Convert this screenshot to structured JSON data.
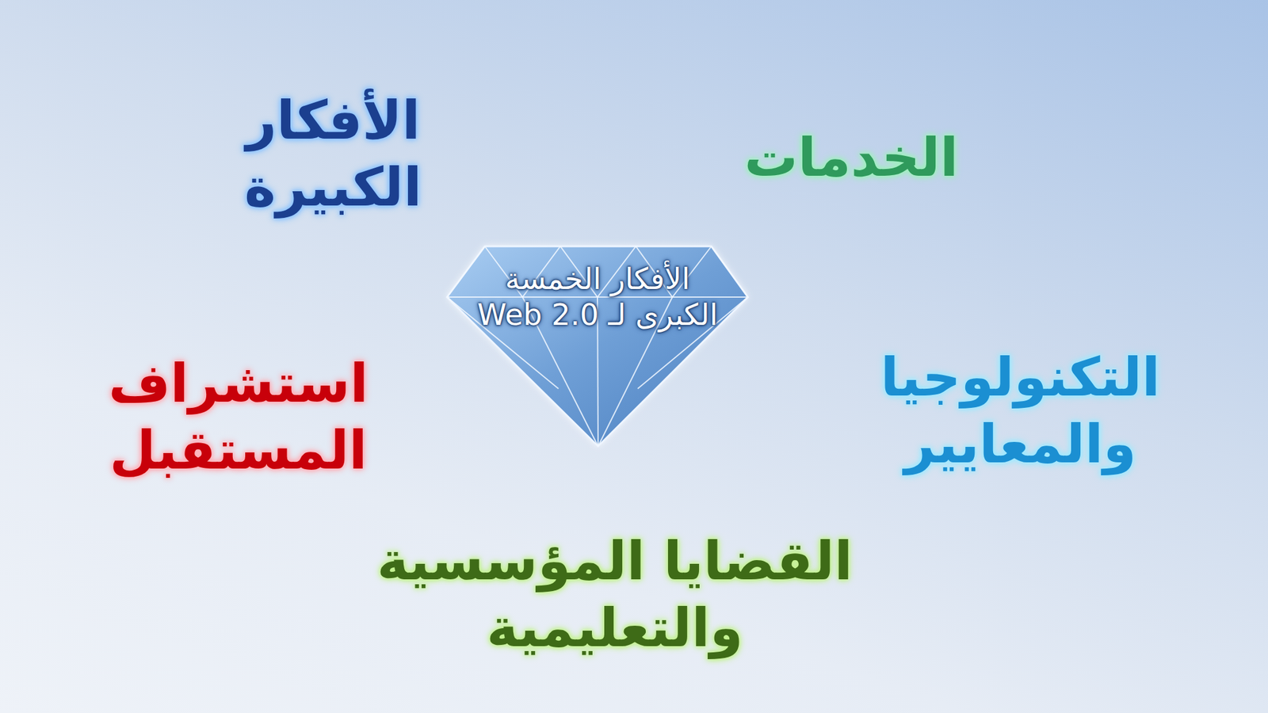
{
  "diagram": {
    "nodes": [
      {
        "text": [
          "الأفكار الخمسة الكبرى لـ Web 2.0"
        ]
      }
    ],
    "labels": [
      "الخدمات",
      "الأفكار الكبيرة",
      "التكنولوجيا والمعايير",
      "استشراف المستقبل",
      "القضايا المؤسسية والتعليمية"
    ]
  }
}
